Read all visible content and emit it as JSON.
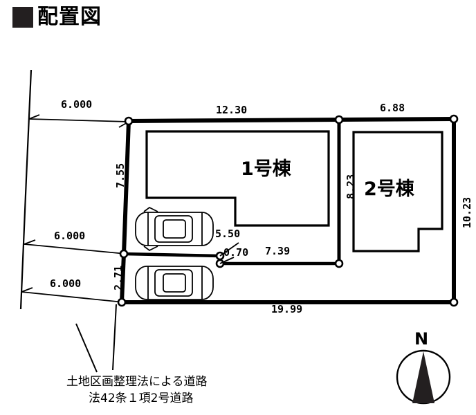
{
  "title": {
    "text": "配置図",
    "bullet_icon": "filled-square-icon",
    "bullet_color": "#231f20"
  },
  "drawing": {
    "stroke_color": "#000000",
    "fill_color": "#ffffff",
    "buildings": [
      {
        "id": "bldg-1",
        "label": "1号棟"
      },
      {
        "id": "bldg-2",
        "label": "2号棟"
      }
    ],
    "parking": [
      {
        "id": "parking-stall-upper",
        "icon": "car-top-view-icon"
      },
      {
        "id": "parking-stall-lower",
        "icon": "car-top-view-icon"
      }
    ]
  },
  "dimensions": {
    "road_widths": [
      "6.000",
      "6.000",
      "6.000"
    ],
    "top_left_frontage": "12.30",
    "top_right_frontage": "6.88",
    "left_upper": "7.55",
    "left_lower": "2.71",
    "mid_vertical": "8.23",
    "right_vertical": "10.23",
    "inner_5_50": "5.50",
    "inner_0_70": "0.70",
    "inner_7_39": "7.39",
    "bottom_total": "19.99"
  },
  "notes": {
    "line1": "土地区画整理法による道路",
    "line2": "法42条１項2号道路"
  },
  "compass": {
    "label": "N",
    "icon": "north-arrow-icon"
  }
}
